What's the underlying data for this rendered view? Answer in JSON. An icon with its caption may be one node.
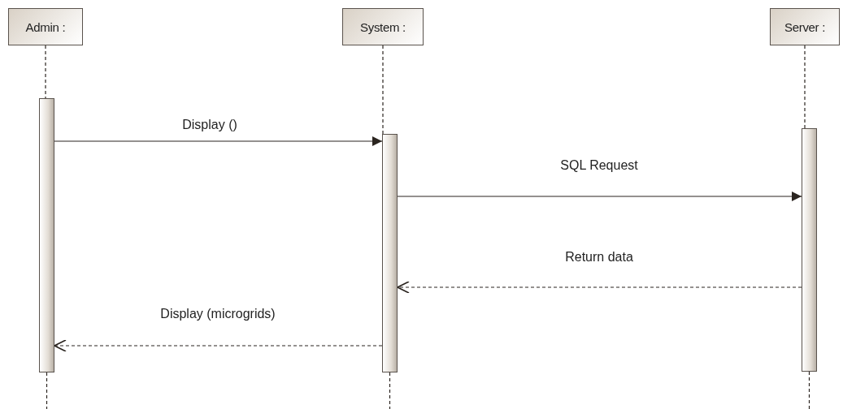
{
  "diagram": {
    "nodes": [
      {
        "text": [
          "Admin :"
        ]
      },
      {
        "text": [
          "System :"
        ]
      },
      {
        "text": [
          "Server :"
        ]
      },
      {
        "text": [],
        "shape": "bar"
      },
      {
        "text": [],
        "shape": "bar"
      },
      {
        "text": [],
        "shape": "bar"
      }
    ],
    "edges": [
      {
        "from": 0,
        "to": 3,
        "arrow": "none",
        "style": "dashed"
      },
      {
        "from": 1,
        "to": 4,
        "arrow": "none",
        "style": "dashed"
      },
      {
        "from": 2,
        "to": 5,
        "arrow": "none",
        "style": "dashed"
      },
      {
        "from": 3,
        "to": 4,
        "arrow": "to",
        "label": "Display ()"
      },
      {
        "from": 4,
        "to": 5,
        "arrow": "to",
        "label": "SQL Request"
      },
      {
        "from": 5,
        "to": 4,
        "arrow": "to",
        "label": "Return data",
        "style": "dashed"
      },
      {
        "from": 4,
        "to": 3,
        "arrow": "to",
        "label": "Display (microgrids)",
        "style": "dashed"
      },
      {
        "from": 3,
        "to": null,
        "arrow": "none",
        "style": "dashed"
      },
      {
        "from": 4,
        "to": null,
        "arrow": "none",
        "style": "dashed"
      },
      {
        "from": 5,
        "to": null,
        "arrow": "none",
        "style": "dashed"
      }
    ]
  }
}
